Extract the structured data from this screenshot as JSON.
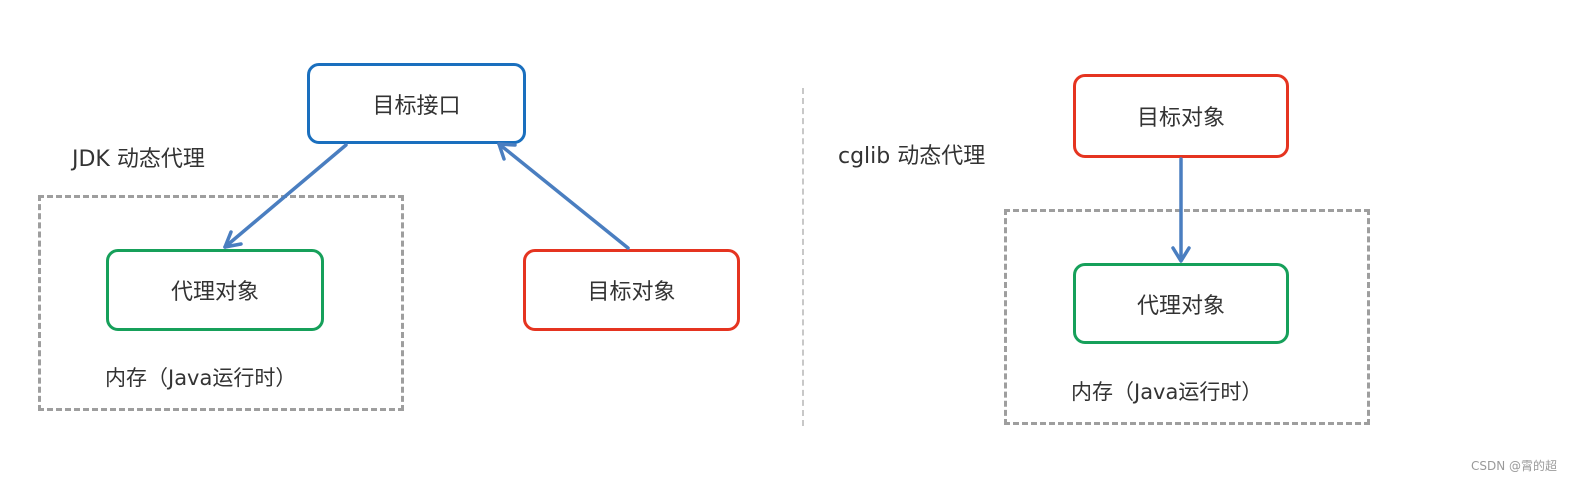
{
  "colors": {
    "interface_border": "#1a6fbe",
    "target_border": "#e53420",
    "proxy_border": "#16a05a",
    "arrow": "#4a7ec0",
    "dashed": "#9e9e9e"
  },
  "left": {
    "title": "JDK 动态代理",
    "interface_box": "目标接口",
    "proxy_box": "代理对象",
    "target_box": "目标对象",
    "memory_label": "内存（Java运行时）"
  },
  "right": {
    "title": "cglib 动态代理",
    "target_box": "目标对象",
    "proxy_box": "代理对象",
    "memory_label": "内存（Java运行时）"
  },
  "watermark": "CSDN @霄的超"
}
